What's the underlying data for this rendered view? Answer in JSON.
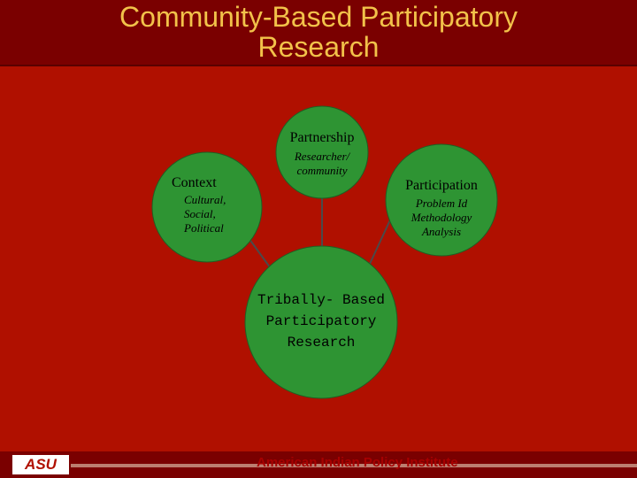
{
  "title": {
    "line1": "Community-Based Participatory",
    "line2": "Research"
  },
  "nodes": {
    "partnership": {
      "heading": "Partnership",
      "sub": [
        "Researcher/",
        "community"
      ]
    },
    "context": {
      "heading": "Context",
      "sub": [
        "Cultural,",
        "Social,",
        "Political"
      ]
    },
    "participation": {
      "heading": "Participation",
      "sub": [
        "Problem Id",
        "Methodology",
        "Analysis"
      ]
    },
    "center": {
      "lines": [
        "Tribally- Based",
        "Participatory",
        "Research"
      ]
    }
  },
  "footer": {
    "logo": "ASU",
    "institute": "American Indian Policy Institute"
  },
  "colors": {
    "background": "#b01000",
    "title_bar": "#7a0000",
    "title_text": "#f2c24a",
    "circle_fill": "#2e9433",
    "circle_stroke": "#1f5f22",
    "connector": "#4a4a4a"
  }
}
